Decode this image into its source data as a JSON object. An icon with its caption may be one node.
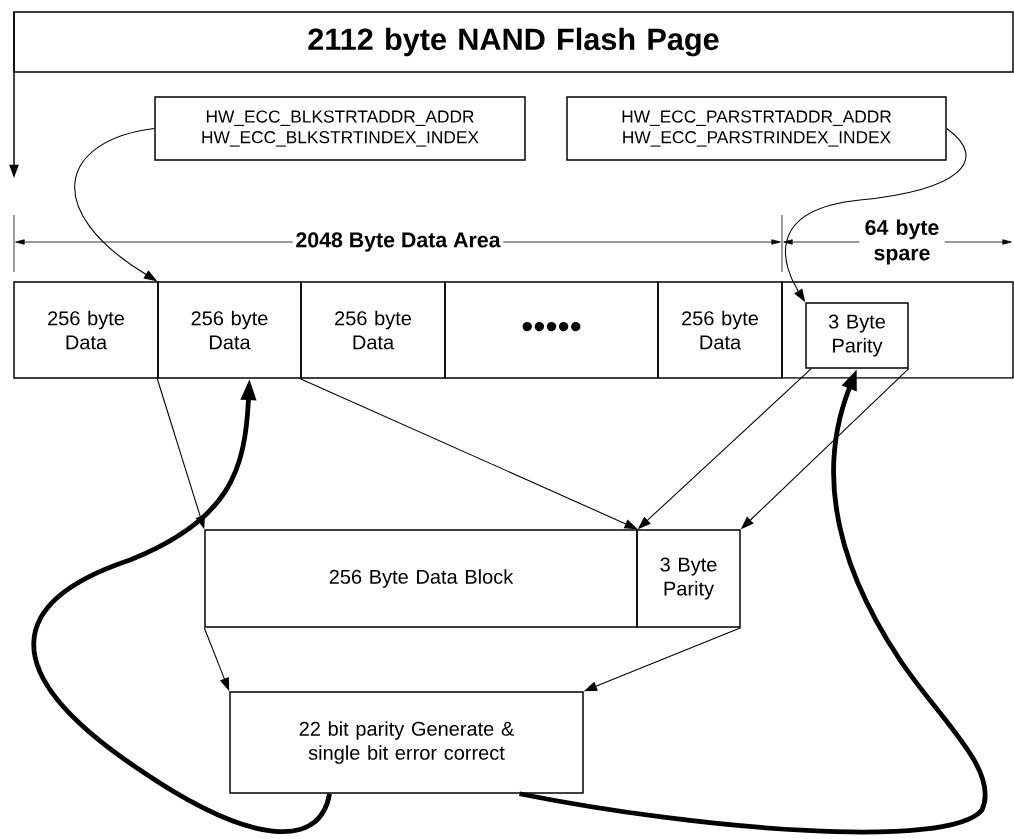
{
  "diagram": {
    "nodes": [
      {
        "text": [
          "2112 byte NAND Flash Page"
        ]
      },
      {
        "text": [
          "HW_ECC_BLKSTRTADDR_ADDR",
          "HW_ECC_BLKSTRTINDEX_INDEX"
        ]
      },
      {
        "text": [
          "HW_ECC_PARSTRTADDR_ADDR",
          "HW_ECC_PARSTRINDEX_INDEX"
        ]
      },
      {
        "text": [
          "256 byte Data"
        ]
      },
      {
        "text": [
          "256 byte Data"
        ]
      },
      {
        "text": [
          "256 byte Data"
        ]
      },
      {
        "text": [
          "•••••"
        ]
      },
      {
        "text": [
          "256 byte Data"
        ]
      },
      {
        "text": [],
        "shape": "box"
      },
      {
        "text": [
          "3 Byte Parity"
        ],
        "in": 8
      },
      {
        "text": [
          "256 Byte Data Block"
        ]
      },
      {
        "text": [
          "3 Byte Parity"
        ]
      },
      {
        "text": [
          "22 bit parity Generate & single bit error correct"
        ]
      }
    ],
    "edges": [
      {
        "from": 1,
        "to": 4,
        "arrow": "to"
      },
      {
        "from": 2,
        "to": 9,
        "arrow": "to"
      },
      {
        "from": 4,
        "to": 10,
        "arrow": "to"
      },
      {
        "from": 5,
        "to": 10,
        "arrow": "to"
      },
      {
        "from": 9,
        "to": 10,
        "arrow": "to"
      },
      {
        "from": 9,
        "to": 11,
        "arrow": "to"
      },
      {
        "from": 10,
        "to": 12,
        "arrow": "to"
      },
      {
        "from": 11,
        "to": 12,
        "arrow": "to"
      },
      {
        "from": 12,
        "to": 4,
        "arrow": "to",
        "style": "thick"
      },
      {
        "from": 12,
        "to": 9,
        "arrow": "to",
        "style": "thick"
      }
    ],
    "labels": [
      "2048 Byte Data Area",
      "64 byte spare"
    ]
  }
}
